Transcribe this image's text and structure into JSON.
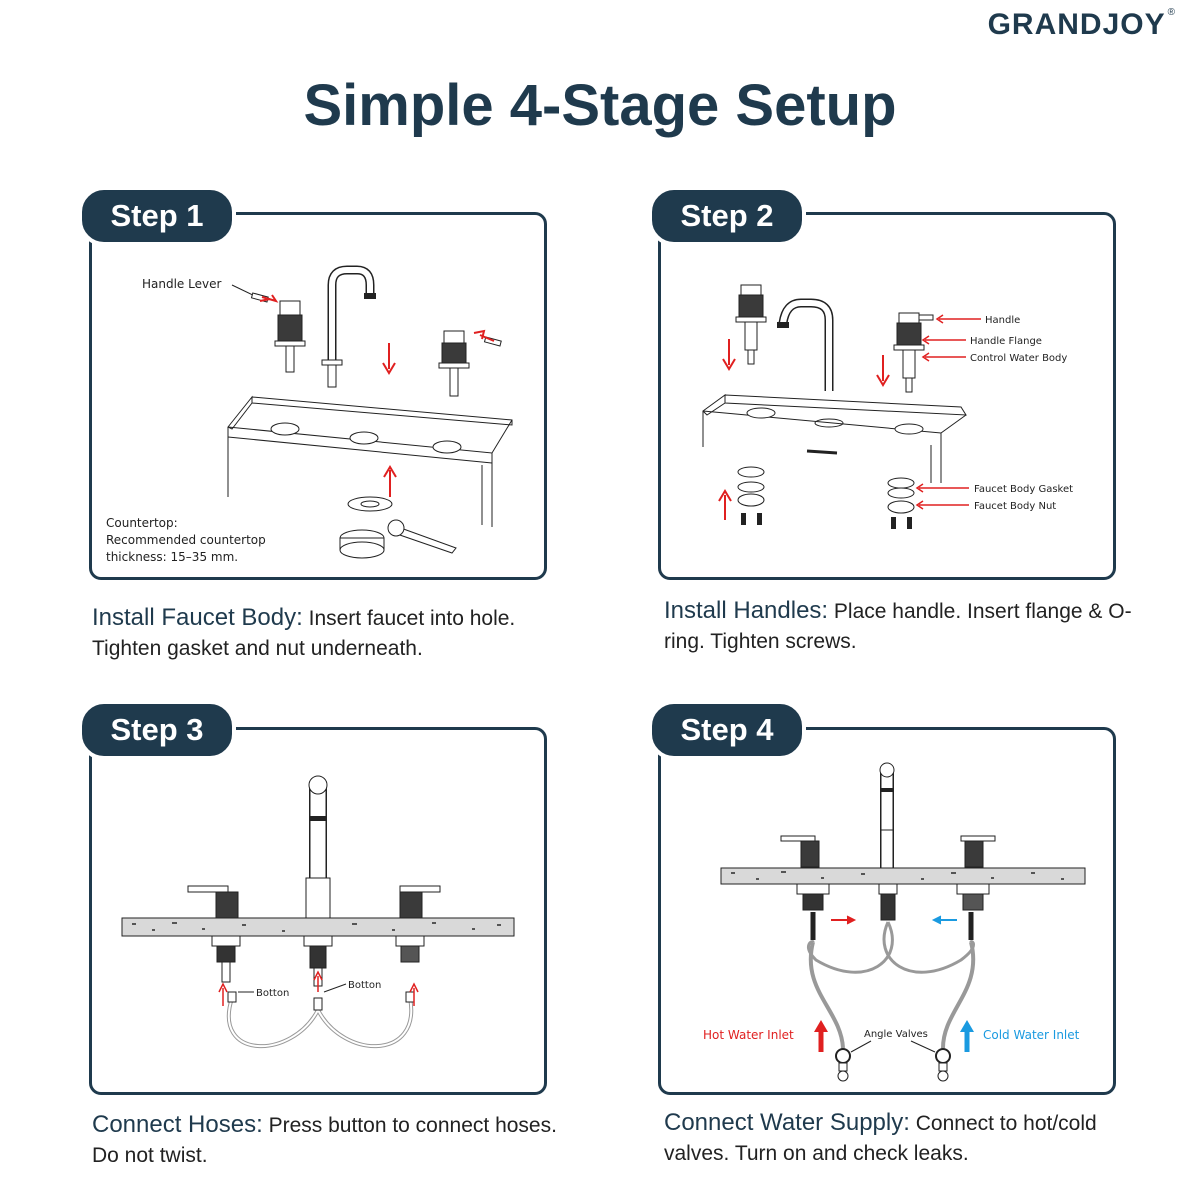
{
  "brand": {
    "name": "GRANDJOY",
    "mark": "®"
  },
  "title": "Simple 4-Stage Setup",
  "colors": {
    "navy": "#1f3a4d",
    "hot": "#e02020",
    "cold": "#1a9ae0"
  },
  "steps": [
    {
      "label": "Step 1",
      "heading": "Install Faucet Body:",
      "text": " Insert faucet into hole. Tighten gasket and nut underneath.",
      "callouts": {
        "handle_lever": "Handle Lever",
        "countertop_1": "Countertop:",
        "countertop_2": "Recommended countertop",
        "countertop_3": "thickness: 15–35 mm."
      }
    },
    {
      "label": "Step 2",
      "heading": "Install Handles:",
      "text": " Place handle. Insert flange & O-ring.  Tighten screws.",
      "callouts": {
        "handle": "Handle",
        "handle_flange": "Handle Flange",
        "control_water_body": "Control Water Body",
        "faucet_body_gasket": "Faucet Body Gasket",
        "faucet_body_nut": "Faucet Body Nut"
      }
    },
    {
      "label": "Step 3",
      "heading": "Connect Hoses:",
      "text": " Press button to connect hoses. Do not twist.",
      "callouts": {
        "button_left": "Botton",
        "button_right": "Botton"
      }
    },
    {
      "label": "Step 4",
      "heading": "Connect Water Supply:",
      "text": " Connect to hot/cold valves. Turn on and check leaks.",
      "callouts": {
        "hot_water_inlet": "Hot Water Inlet",
        "angle_valves": "Angle Valves",
        "cold_water_inlet": "Cold Water Inlet"
      }
    }
  ]
}
